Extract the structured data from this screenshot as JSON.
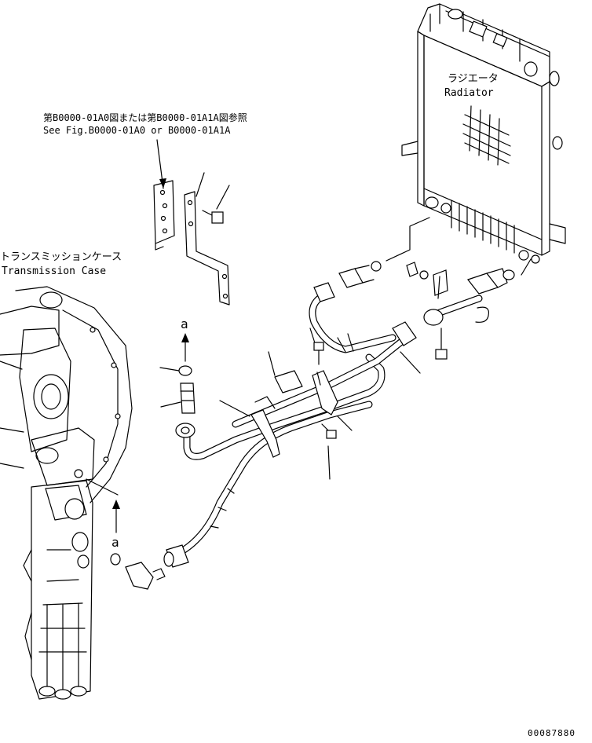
{
  "figure_number": "00087880",
  "reference_note": {
    "jp": "第B0000-01A0図または第B0000-01A1A図参照",
    "en": "See Fig.B0000-01A0 or B0000-01A1A"
  },
  "radiator": {
    "jp": "ラジエータ",
    "en": "Radiator"
  },
  "transmission_case": {
    "jp": "トランスミッションケース",
    "en": "Transmission Case"
  },
  "detail_marks": [
    "a",
    "a"
  ]
}
